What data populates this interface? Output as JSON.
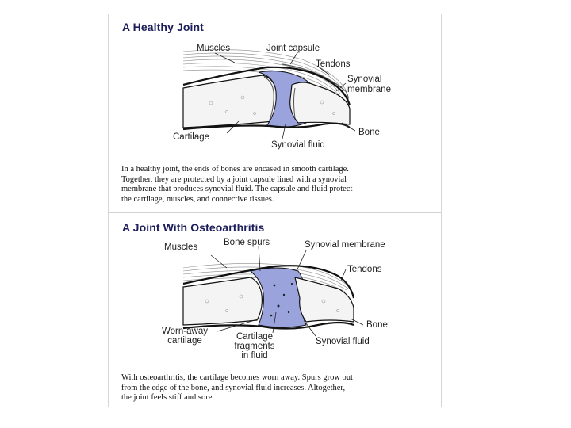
{
  "healthy": {
    "title": "A Healthy Joint",
    "labels": {
      "muscles": "Muscles",
      "joint_capsule": "Joint capsule",
      "tendons": "Tendons",
      "synovial_membrane_1": "Synovial",
      "synovial_membrane_2": "membrane",
      "cartilage": "Cartilage",
      "synovial_fluid": "Synovial fluid",
      "bone": "Bone"
    },
    "caption": [
      "In a healthy joint, the ends of bones are encased in smooth cartilage.",
      "Together, they are protected by a joint capsule lined with a synovial",
      "membrane that produces synovial fluid. The capsule and fluid protect",
      "the cartilage, muscles, and connective tissues."
    ]
  },
  "osteo": {
    "title": "A Joint With Osteoarthritis",
    "labels": {
      "muscles": "Muscles",
      "bone_spurs": "Bone spurs",
      "synovial_membrane": "Synovial membrane",
      "tendons": "Tendons",
      "worn_away_1": "Worn-away",
      "worn_away_2": "cartilage",
      "fragments_1": "Cartilage",
      "fragments_2": "fragments",
      "fragments_3": "in fluid",
      "synovial_fluid": "Synovial fluid",
      "bone": "Bone"
    },
    "caption": [
      "With osteoarthritis, the cartilage becomes worn away. Spurs grow out",
      "from the edge of the bone, and synovial fluid increases. Altogether,",
      "the joint feels stiff and sore."
    ]
  },
  "colors": {
    "fluid": "#9aa3dc",
    "bone": "#f4f4f4",
    "outline": "#111111",
    "title": "#1c1c5a"
  }
}
